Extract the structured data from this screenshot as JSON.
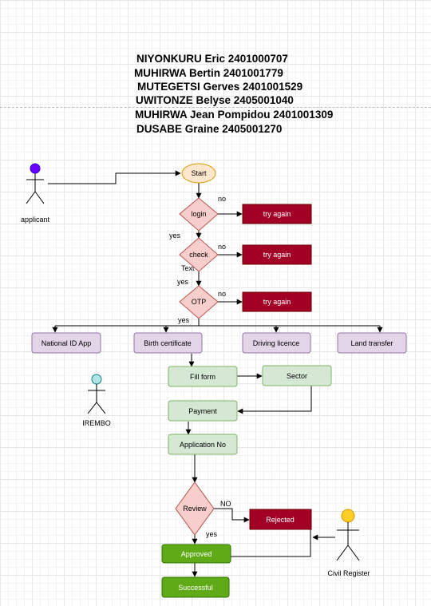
{
  "authors": [
    "NIYONKURU Eric 2401000707",
    "MUHIRWA Bertin 2401001779",
    "MUTEGETSI Gerves 2401001529",
    "UWITONZE Belyse 2405001040",
    "MUHIRWA Jean Pompidou 2401001309",
    "DUSABE Graine 2405001270"
  ],
  "actors": {
    "applicant": "applicant",
    "irembo": "IREMBO",
    "civil_register": "Civil Register"
  },
  "nodes": {
    "start": "Start",
    "login": "login",
    "check": "check",
    "otp": "OTP",
    "try_again": "try again",
    "national_id": "National ID App",
    "birth_certificate": "Birth certificate",
    "driving_licence": "Driving licence",
    "land_transfer": "Land transfer",
    "fill_form": "Fill form",
    "sector": "Sector",
    "payment": "Payment",
    "application_no": "Application No",
    "review": "Review",
    "rejected": "Rejected",
    "approved": "Approved",
    "successful": "Successful"
  },
  "edge_labels": {
    "no": "no",
    "yes": "yes",
    "text": "Text",
    "no_upper": "NO"
  },
  "colors": {
    "start_fill": "#ffe6cc",
    "start_stroke": "#d79b00",
    "decision_fill": "#f8cecc",
    "decision_stroke": "#b85450",
    "error_fill": "#a20025",
    "service_fill": "#e1d5e7",
    "service_stroke": "#9673a6",
    "process_fill": "#d5e8d4",
    "process_stroke": "#82b366",
    "success_fill": "#60a917",
    "success_stroke": "#2d7600",
    "applicant_actor": "#6a00ff",
    "irembo_actor": "#b0e3e6",
    "civil_actor": "#ffcd28"
  }
}
